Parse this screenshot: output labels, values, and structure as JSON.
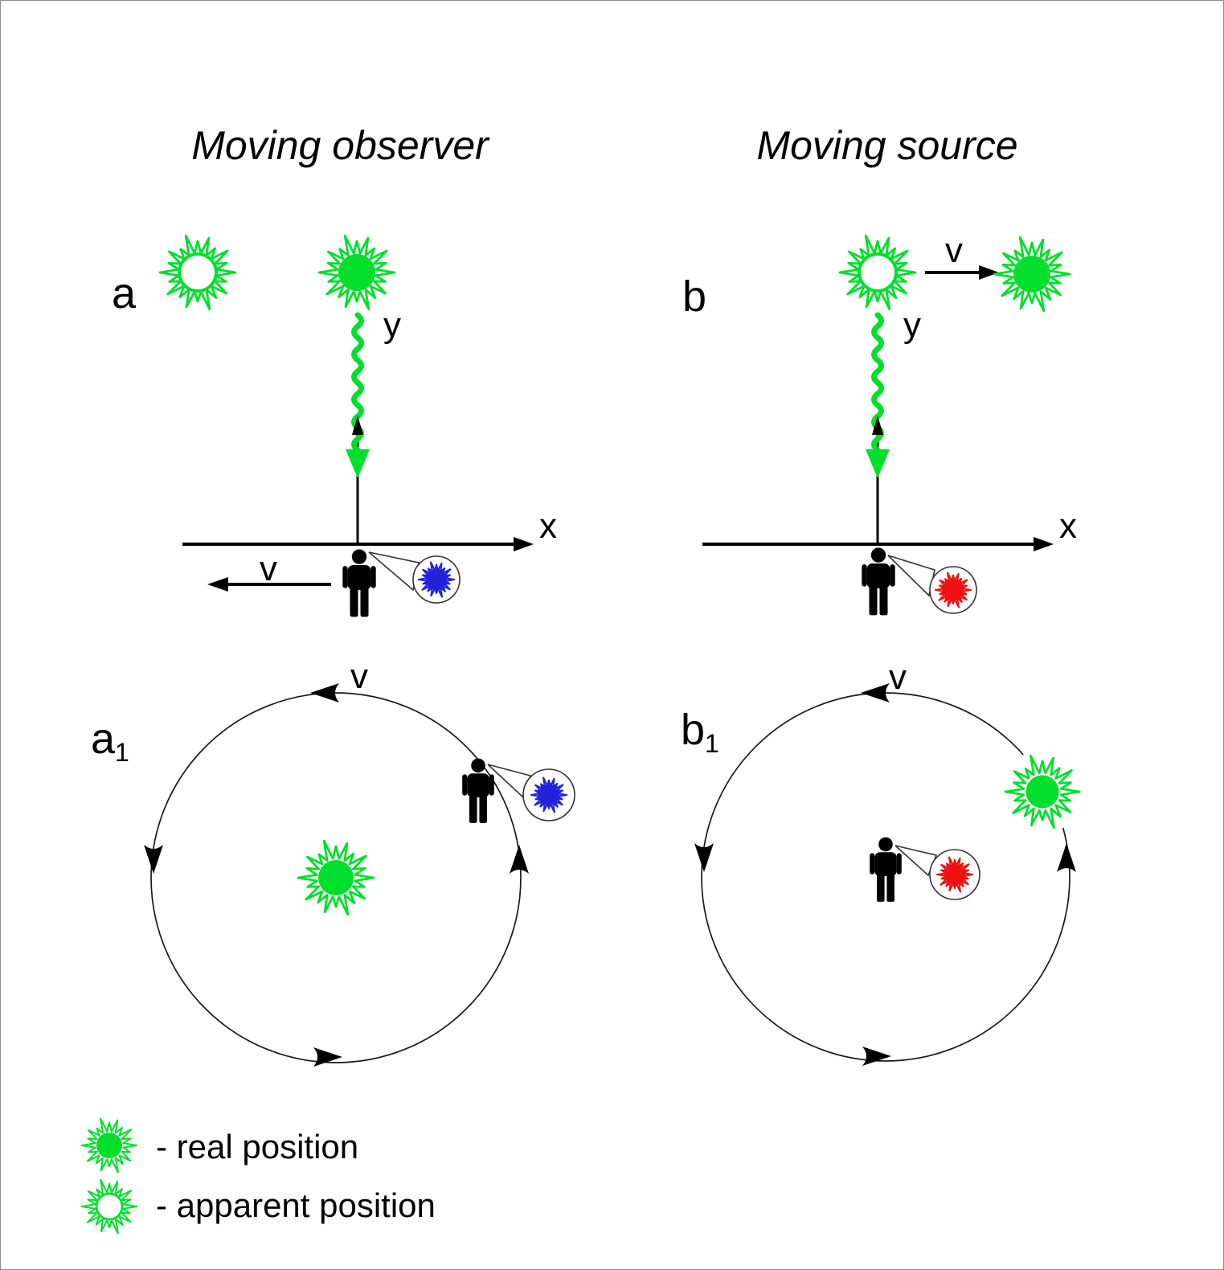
{
  "titles": {
    "moving_observer": "Moving observer",
    "moving_source": "Moving source"
  },
  "labels": {
    "panel_a": "a",
    "panel_b": "b",
    "panel_a1_main": "a",
    "panel_a1_sub": "1",
    "panel_b1_main": "b",
    "panel_b1_sub": "1"
  },
  "axis": {
    "x": "x",
    "y": "y",
    "velocity": "v"
  },
  "legend": {
    "real": "- real position",
    "apparent": "- apparent position"
  },
  "colors": {
    "real_green": "#00DF2B",
    "observed_blueshift": "#2222DD",
    "observed_redshift": "#EE1111",
    "line_black": "#000000"
  }
}
